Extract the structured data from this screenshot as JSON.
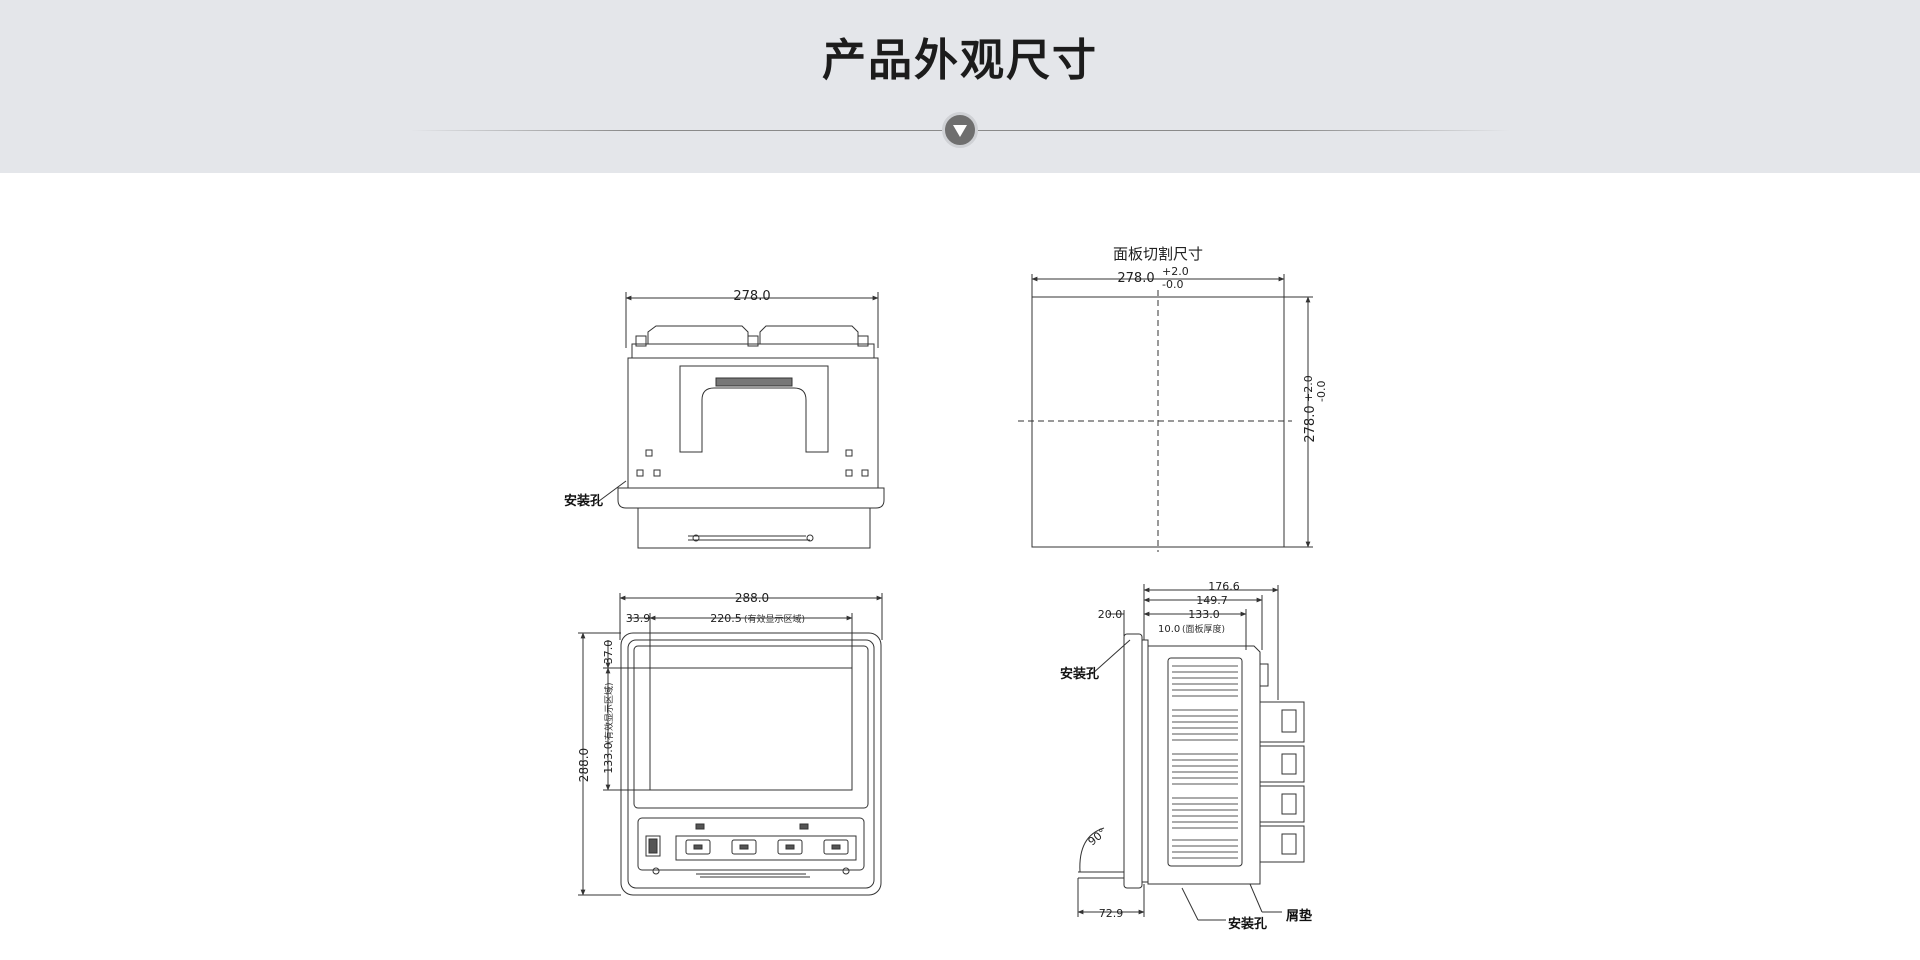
{
  "header": {
    "title": "产品外观尺寸"
  },
  "diagram": {
    "top_view": {
      "width_label": "278.0",
      "mount_hole_label": "安装孔"
    },
    "panel_cutout": {
      "title": "面板切割尺寸",
      "width_label": "278.0",
      "height_label": "278.0",
      "tol_plus": "+2.0",
      "tol_minus": "-0.0"
    },
    "front_view": {
      "overall_width": "288.0",
      "overall_height": "288.0",
      "left_offset": "33.9",
      "top_offset": "37.0",
      "display_width": "220.5",
      "display_width_note": "(有效显示区域)",
      "display_height": "133.0",
      "display_height_note": "(有效显示区域)"
    },
    "side_view": {
      "depth_total": "176.6",
      "depth_body": "149.7",
      "depth_inner": "133.0",
      "bezel": "20.0",
      "panel_thickness": "10.0",
      "panel_thickness_note": "(面板厚度)",
      "bottom_dim": "72.9",
      "angle": "90°",
      "mount_hole_label": "安装孔",
      "mount_hole_label_bottom": "安装孔",
      "gasket_label": "屑垫"
    }
  }
}
